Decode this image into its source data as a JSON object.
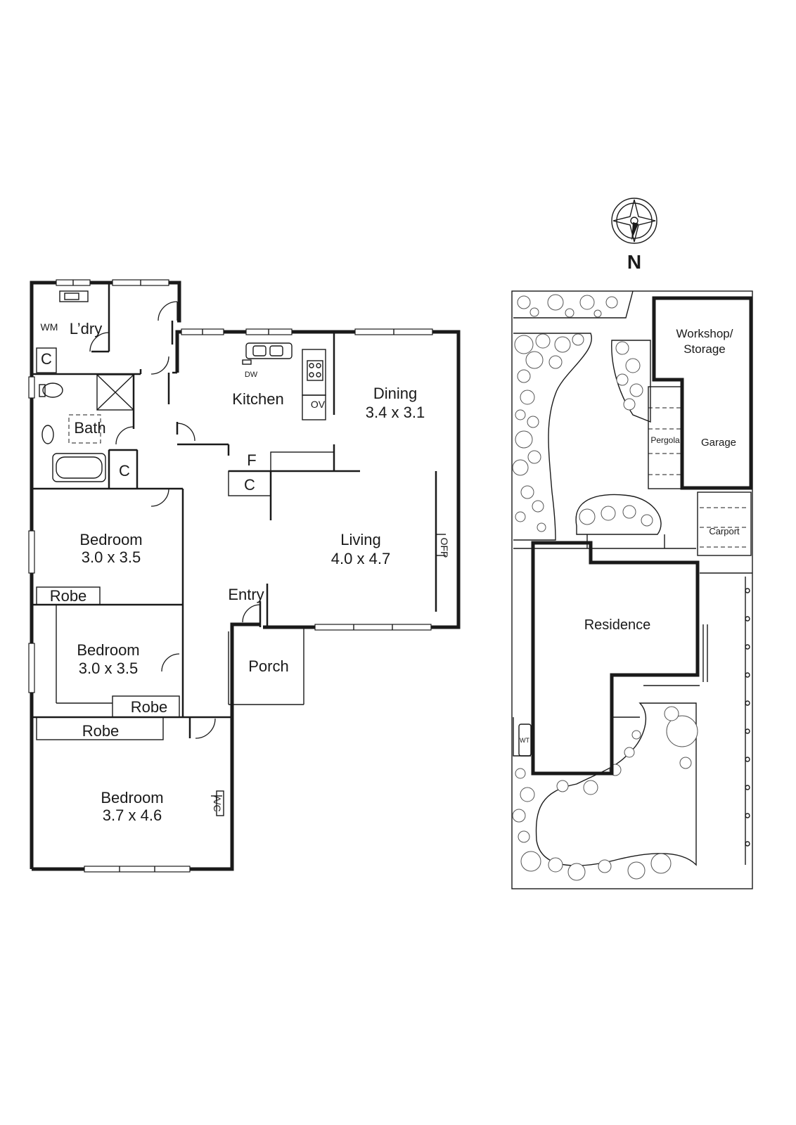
{
  "compass": {
    "label": "N"
  },
  "floorplan": {
    "rooms": {
      "laundry": "L’dry",
      "wm": "WM",
      "laundry_cupboard": "C",
      "bath": "Bath",
      "bath_cupboard": "C",
      "kitchen": "Kitchen",
      "dw": "DW",
      "ov": "OV",
      "dining_name": "Dining",
      "dining_size": "3.4 x 3.1",
      "fridge": "F",
      "hall_cupboard": "C",
      "living_name": "Living",
      "living_size": "4.0 x 4.7",
      "ofp": "OFP",
      "bedroom1_name": "Bedroom",
      "bedroom1_size": "3.0 x 3.5",
      "robe1": "Robe",
      "bedroom2_name": "Bedroom",
      "bedroom2_size": "3.0 x 3.5",
      "robe2": "Robe",
      "robe3": "Robe",
      "entry": "Entry",
      "porch": "Porch",
      "bedroom3_name": "Bedroom",
      "bedroom3_size": "3.7 x 4.6",
      "ac": "A/C"
    }
  },
  "siteplan": {
    "workshop_line1": "Workshop/",
    "workshop_line2": "Storage",
    "pergola": "Pergola",
    "garage": "Garage",
    "carport": "Carport",
    "residence": "Residence",
    "wt": "WT"
  }
}
